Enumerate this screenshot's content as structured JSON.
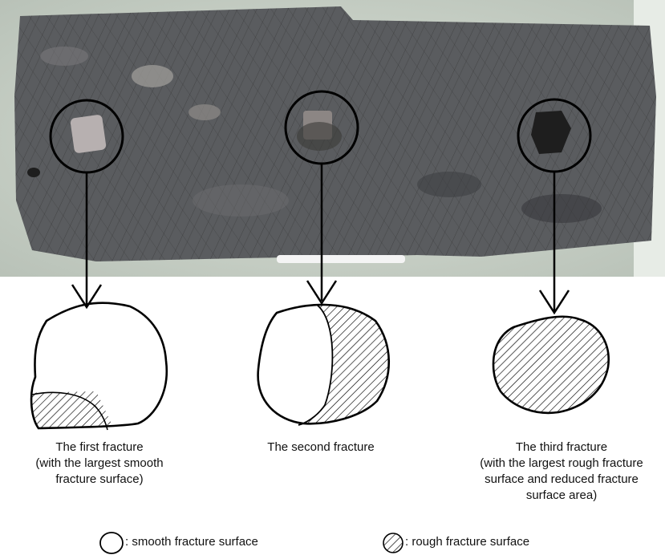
{
  "captions": {
    "first": "The first fracture\n(with the largest smooth\nfracture surface)",
    "second": "The second fracture",
    "third": "The third fracture\n(with the largest rough fracture\nsurface and reduced fracture\nsurface area)"
  },
  "legend": {
    "smooth": ": smooth fracture surface",
    "rough": ": rough fracture surface"
  },
  "colors": {
    "outline": "#000000",
    "specimen": "#55575a",
    "background": "#c9d1c8"
  }
}
